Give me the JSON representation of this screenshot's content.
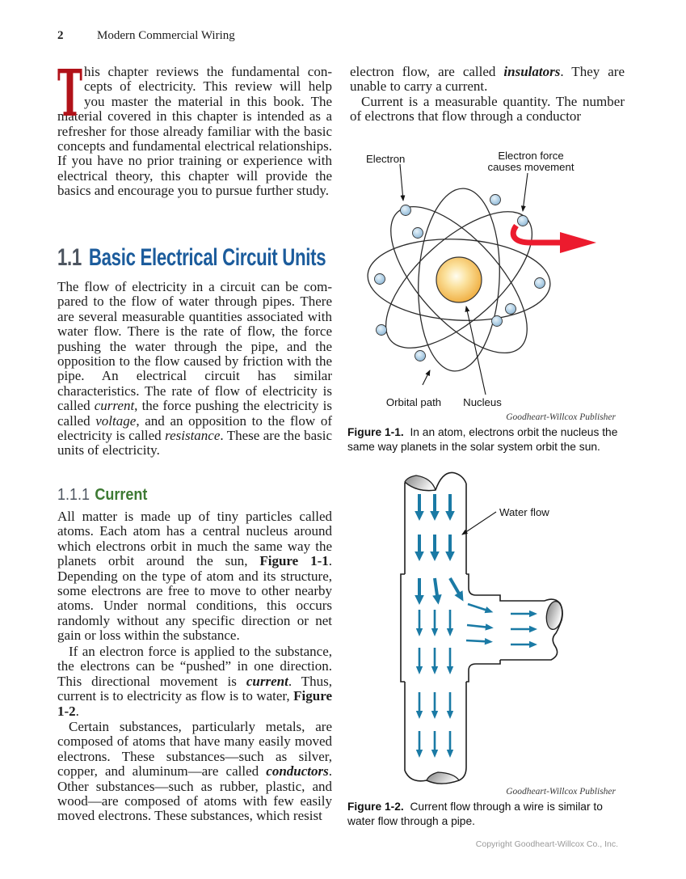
{
  "page": {
    "number": "2",
    "book_title": "Modern Commercial Wiring",
    "copyright": "Copyright Goodheart-Willcox Co., Inc."
  },
  "colors": {
    "heading_blue": "#1c5c9c",
    "heading_green": "#3d7a33",
    "dropcap_red": "#b11219",
    "arrow_red": "#ec1b2e",
    "flow_teal": "#1a7aa5",
    "electron_blue": "#a9cbe3",
    "nucleus_orange": "#f3bb53"
  },
  "left_column": {
    "intro": {
      "dropcap": "T",
      "runs": [
        {
          "t": "his chapter reviews the fundamental con­cepts of electricity. This review will help you master the material in this book. The material covered in this chapter is intended as a refresher for those already familiar with the basic concepts and fundamental electrical rela­tionships. If you have no prior training or expe­rience with electrical theory, this chapter will provide the basics and encourage you to pursue further study."
        }
      ]
    },
    "section_1_1": {
      "number": "1.1",
      "title": "Basic Electrical Circuit Units"
    },
    "p2": {
      "runs": [
        {
          "t": "The flow of electricity in a circuit can be com­pared to the flow of water through pipes. There are several measurable quantities associated with water flow. There is the rate of flow, the force pushing the water through the pipe, and the opposition to the flow caused by friction with the pipe. An electrical circuit has similar characteristics. The rate of flow of electricity is called "
        },
        {
          "t": "current",
          "s": "i"
        },
        {
          "t": ", the force pushing the electricity is called "
        },
        {
          "t": "voltage",
          "s": "i"
        },
        {
          "t": ", and an opposition to the flow of electricity is called "
        },
        {
          "t": "resistance",
          "s": "i"
        },
        {
          "t": ". These are the basic units of electricity."
        }
      ]
    },
    "section_1_1_1": {
      "number": "1.1.1",
      "title": "Current"
    },
    "p3": {
      "runs": [
        {
          "t": "All matter is made up of tiny particles called atoms. Each atom has a central nucleus around which electrons orbit in much the same way the planets orbit around the sun, "
        },
        {
          "t": "Figure 1-1",
          "s": "b"
        },
        {
          "t": ". Depending on the type of atom and its struc­ture, some electrons are free to move to other nearby atoms. Under normal conditions, this occurs randomly without any specific direction or net gain or loss within the substance."
        }
      ]
    },
    "p4": {
      "runs": [
        {
          "t": "If an electron force is applied to the sub­stance, the electrons can be “pushed” in one direction. This directional movement is "
        },
        {
          "t": "current",
          "s": "bi"
        },
        {
          "t": ". Thus, current is to electricity as flow is to water, "
        },
        {
          "t": "Figure 1-2",
          "s": "b"
        },
        {
          "t": "."
        }
      ]
    },
    "p5": {
      "runs": [
        {
          "t": "Certain substances, particularly metals, are composed of atoms that have many easily moved electrons. These substances—such as silver, copper, and aluminum—are called "
        },
        {
          "t": "conductors",
          "s": "bi"
        },
        {
          "t": ". Other substances—such as rubber, plastic, and wood—are composed of atoms with few easily moved electrons. These substances, which resist"
        }
      ]
    }
  },
  "right_column": {
    "p6": {
      "runs": [
        {
          "t": "electron flow, are called "
        },
        {
          "t": "insulators",
          "s": "bi"
        },
        {
          "t": ". They are unable to carry a current."
        }
      ]
    },
    "p7": {
      "runs": [
        {
          "t": "Current is a measurable quantity. The num­ber of electrons that flow through a conductor"
        }
      ]
    }
  },
  "figure1": {
    "labels": {
      "electron": "Electron",
      "force_line1": "Electron force",
      "force_line2": "causes movement",
      "orbital": "Orbital path",
      "nucleus": "Nucleus"
    },
    "credit": "Goodheart-Willcox Publisher",
    "caption_label": "Figure 1-1.",
    "caption_text": "In an atom, electrons orbit the nucleus the same way planets in the solar system orbit the sun."
  },
  "figure2": {
    "labels": {
      "water_flow": "Water flow"
    },
    "credit": "Goodheart-Willcox Publisher",
    "caption_label": "Figure 1-2.",
    "caption_text": "Current flow through a wire is similar to water flow through a pipe."
  }
}
